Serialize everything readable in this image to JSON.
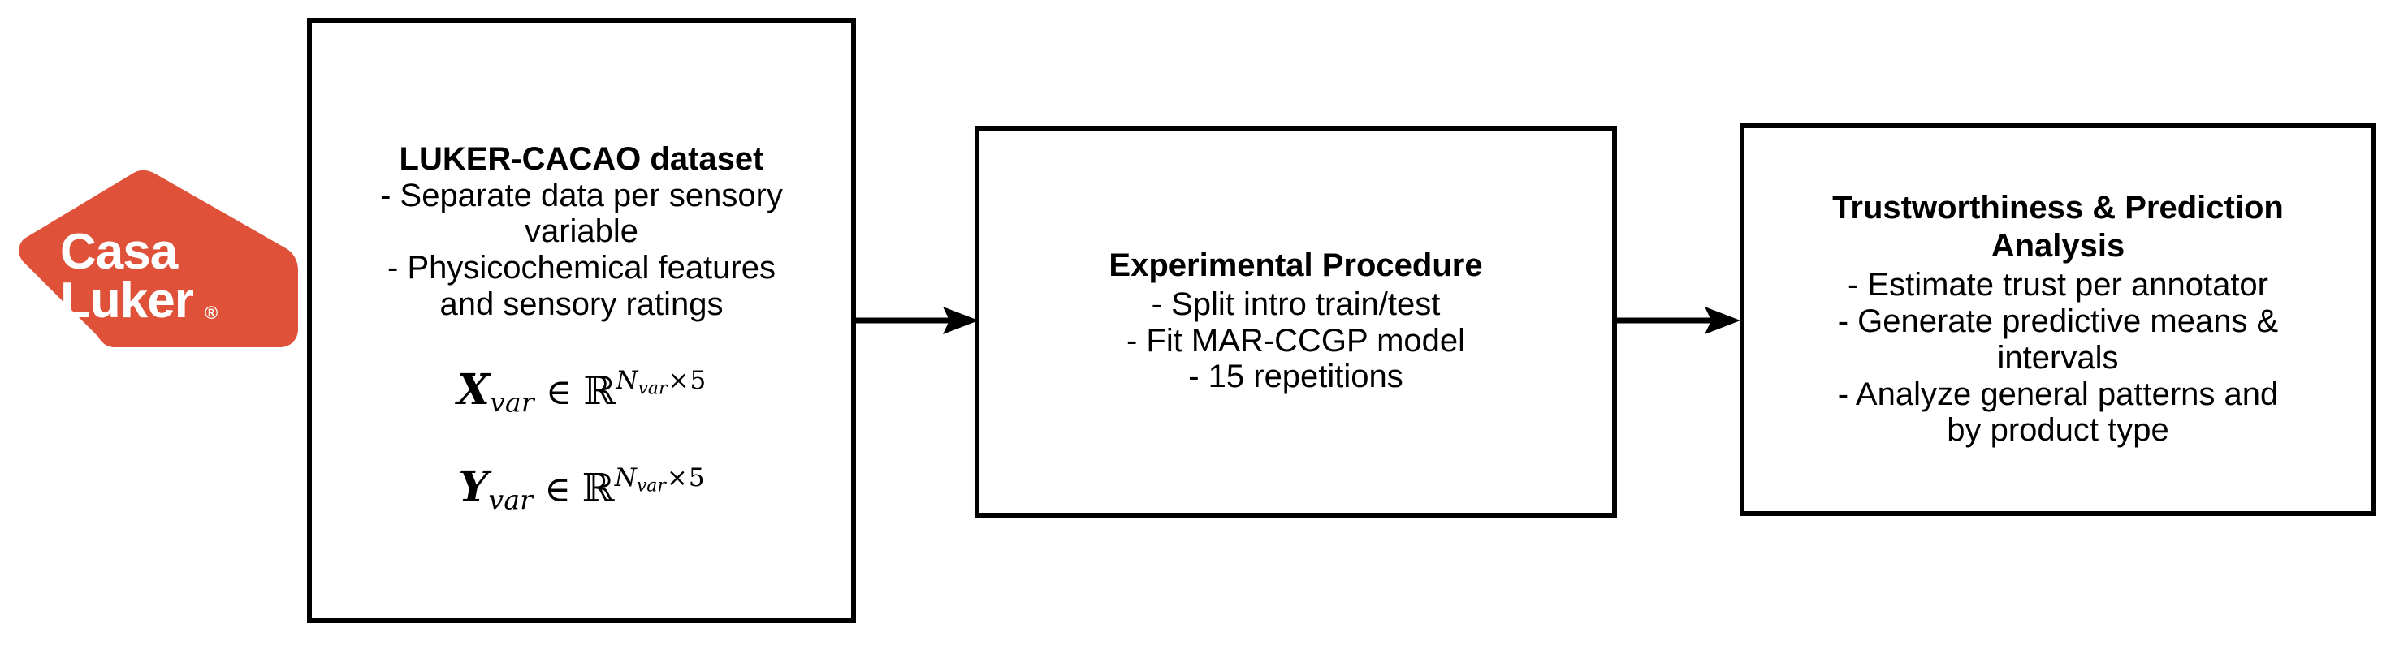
{
  "logo": {
    "name": "casa-luker-logo",
    "line1": "Casa",
    "line2": "Luker",
    "registered": "®",
    "color": "#DF5239"
  },
  "boxes": {
    "dataset": {
      "title": "LUKER-CACAO dataset",
      "lines": [
        "- Separate data per sensory",
        "variable",
        "- Physicochemical features",
        "and sensory ratings"
      ],
      "formulas": [
        {
          "var": "X",
          "sub": "var",
          "member": "∈",
          "set": "ℝ",
          "exp_n": "N",
          "exp_sub": "var",
          "exp_times": "×",
          "exp_k": "5"
        },
        {
          "var": "Y",
          "sub": "var",
          "member": "∈",
          "set": "ℝ",
          "exp_n": "N",
          "exp_sub": "var",
          "exp_times": "×",
          "exp_k": "5"
        }
      ]
    },
    "procedure": {
      "title": "Experimental Procedure",
      "lines": [
        "- Split intro train/test",
        "- Fit MAR-CCGP model",
        "- 15 repetitions"
      ]
    },
    "analysis": {
      "title_line1": "Trustworthiness & Prediction",
      "title_line2": "Analysis",
      "lines": [
        "- Estimate trust per annotator",
        "- Generate predictive means &",
        "intervals",
        "- Analyze general patterns and",
        "by product type"
      ]
    }
  },
  "arrows": [
    {
      "name": "arrow-dataset-to-procedure",
      "direction": "right"
    },
    {
      "name": "arrow-procedure-to-analysis",
      "direction": "right"
    }
  ],
  "theme": {
    "stroke": "#000000",
    "background": "#ffffff",
    "brand": "#DF5239"
  }
}
